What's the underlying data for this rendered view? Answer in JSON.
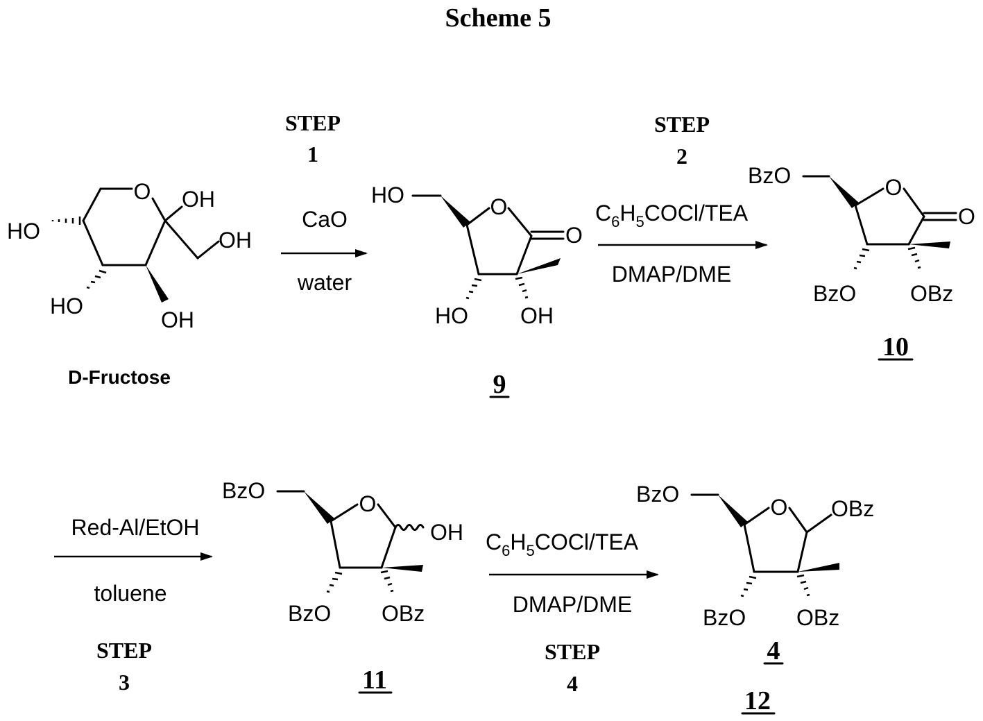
{
  "title": "Scheme 5",
  "colors": {
    "ink": "#000000",
    "background": "#ffffff"
  },
  "compounds": {
    "fructose": {
      "name": "D-Fructose",
      "labels": {
        "o_ring": "O",
        "oh_anomeric": "OH",
        "ch2oh": "OH",
        "ho_c5": "HO",
        "ho_c4": "HO",
        "oh_c3": "OH"
      }
    },
    "c9": {
      "number": "9",
      "labels": {
        "ho_top": "HO",
        "o_ring": "O",
        "carbonyl_o": "O",
        "ho_c3": "HO",
        "oh_c2": "OH"
      }
    },
    "c10": {
      "number": "10",
      "labels": {
        "bzo_top": "BzO",
        "o_ring": "O",
        "carbonyl_o": "O",
        "bzo_c3": "BzO",
        "obz_c2": "OBz"
      }
    },
    "c11": {
      "number": "11",
      "labels": {
        "bzo_top": "BzO",
        "o_ring": "O",
        "oh_anomeric": "OH",
        "bzo_c3": "BzO",
        "obz_c2": "OBz"
      }
    },
    "c4": {
      "number": "4",
      "alt_number": "12",
      "labels": {
        "bzo_top": "BzO",
        "o_ring": "O",
        "obz_anomeric": "OBz",
        "bzo_c3": "BzO",
        "obz_c2": "OBz"
      }
    }
  },
  "steps": [
    {
      "label": "STEP",
      "number": "1",
      "above": "CaO",
      "below": "water"
    },
    {
      "label": "STEP",
      "number": "2",
      "above_parts": [
        "C",
        "6",
        "H",
        "5",
        "COCl/TEA"
      ],
      "below": "DMAP/DME"
    },
    {
      "label": "STEP",
      "number": "3",
      "above": "Red-Al/EtOH",
      "below": "toluene"
    },
    {
      "label": "STEP",
      "number": "4",
      "above_parts": [
        "C",
        "6",
        "H",
        "5",
        "COCl/TEA"
      ],
      "below": "DMAP/DME"
    }
  ]
}
